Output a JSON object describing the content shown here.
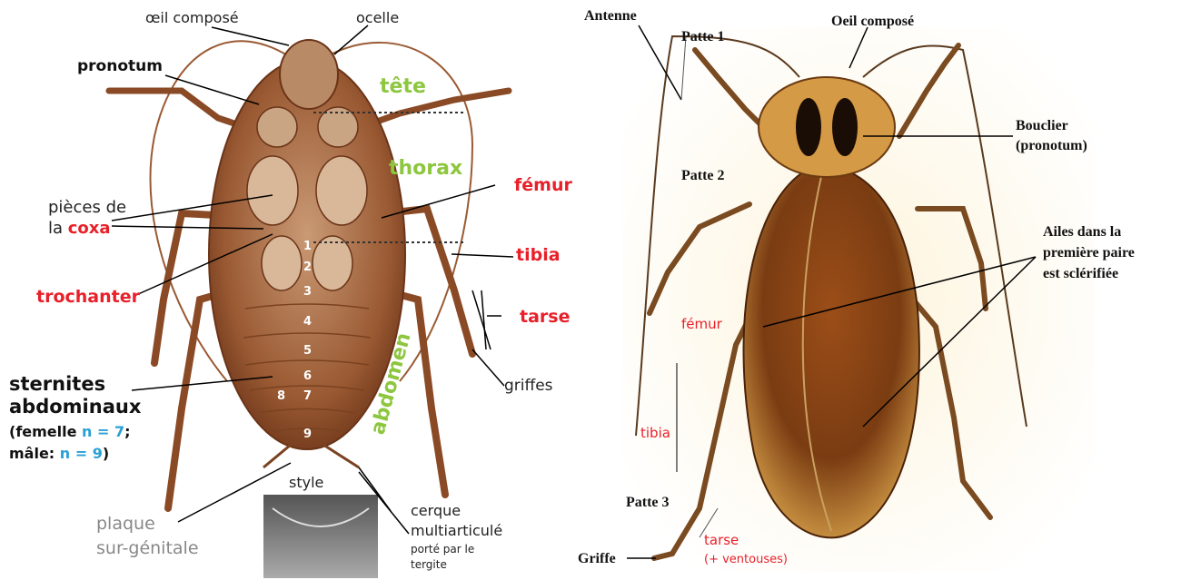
{
  "left_figure": {
    "labels": {
      "oeil": "œil composé",
      "ocelle": "ocelle",
      "pronotum": "pronotum",
      "tete": "tête",
      "thorax": "thorax",
      "femur": "fémur",
      "pieces1": "pièces de",
      "pieces2a": "la ",
      "coxa": "coxa",
      "tibia": "tibia",
      "trochanter": "trochanter",
      "tarse": "tarse",
      "sternites1": "sternites",
      "sternites2": "abdominaux",
      "femelle_a": "(femelle ",
      "femelle_n": "n = 7",
      "femelle_b": ";",
      "male_a": "mâle: ",
      "male_n": "n = 9",
      "male_b": ")",
      "abdomen": "abdomen",
      "griffes": "griffes",
      "style": "style",
      "plaque1": "plaque",
      "plaque2": "sur-génitale",
      "cerque1": "cerque",
      "cerque2": "multiarticulé",
      "cerque3": "porté par le",
      "cerque4": "tergite"
    },
    "segment_numbers": [
      "1",
      "2",
      "3",
      "4",
      "5",
      "6",
      "7",
      "8",
      "9"
    ]
  },
  "right_figure": {
    "labels": {
      "antenne": "Antenne",
      "patte1": "Patte 1",
      "oeil": "Oeil composé",
      "bouclier1": "Bouclier",
      "bouclier2": "(pronotum)",
      "patte2": "Patte 2",
      "ailes1": "Ailes dans la",
      "ailes2": "première paire",
      "ailes3": "est sclérifiée",
      "femur": "fémur",
      "tibia": "tibia",
      "patte3": "Patte 3",
      "griffe": "Griffe",
      "tarse": "tarse",
      "ventouses": "(+ ventouses)"
    }
  },
  "colors": {
    "green_label": "#8dc63f",
    "red_label": "#e8202a",
    "blue_label": "#2a9fd6",
    "body_brown": "#9a5a33",
    "wing_brown": "#7a3c12"
  }
}
